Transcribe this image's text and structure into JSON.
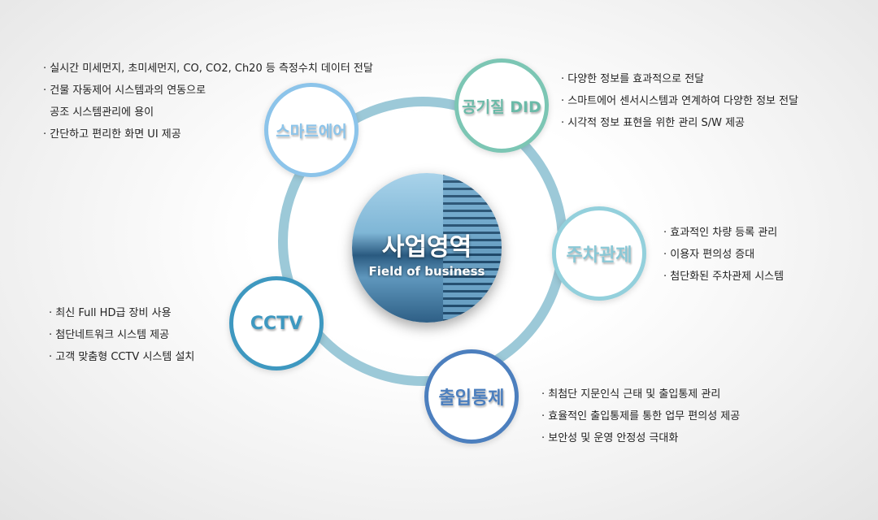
{
  "center": {
    "title": "사업영역",
    "subtitle": "Field of business"
  },
  "nodes": [
    {
      "label": "스마트에어",
      "color": "#8cc4ea",
      "items": [
        "· 실시간 미세먼지, 초미세먼지, CO, CO2, Ch20 등 측정수치 데이터 전달",
        "· 건물 자동제어 시스템과의 연동으로",
        "  공조 시스템관리에 용이",
        "· 간단하고 편리한 화면 UI 제공"
      ]
    },
    {
      "label": "공기질 DID",
      "color": "#7cc6b4",
      "items": [
        "· 다양한 정보를 효과적으로 전달",
        "· 스마트에어 센서시스템과 연계하여 다양한 정보 전달",
        "· 시각적 정보 표현을 위한 관리 S/W 제공"
      ]
    },
    {
      "label": "주차관제",
      "color": "#93d0dc",
      "items": [
        "· 효과적인 차량 등록 관리",
        "· 이용자 편의성 증대",
        "· 첨단화된 주차관제 시스템"
      ]
    },
    {
      "label": "CCTV",
      "color": "#3e98c0",
      "items": [
        "· 최신 Full HD급 장비 사용",
        "· 첨단네트워크 시스템 제공",
        "· 고객 맞춤형 CCTV 시스템 설치"
      ]
    },
    {
      "label": "출입통제",
      "color": "#4c7fbe",
      "items": [
        "· 최첨단 지문인식 근태 및 출입통제 관리",
        "· 효율적인 출입통제를 통한 업무 편의성 제공",
        "· 보안성 및 운영 안정성 극대화"
      ]
    }
  ]
}
